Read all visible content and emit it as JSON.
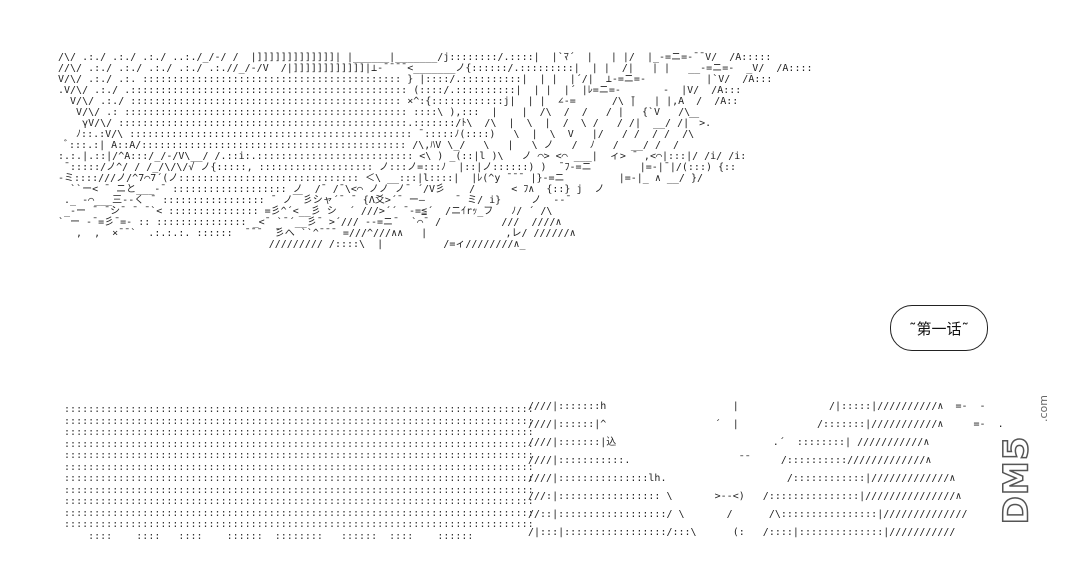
{
  "chapter": {
    "label": "˜第一话˜"
  },
  "watermark": {
    "brand": "DM5",
    "domain": ".com"
  },
  "art_left_top": "/\\/ .:./ .:./ .:./ ..:./_/-/ /  |]]]]]]]]]]]]]| |______|_______/j::::::::/.::::|  |`ﾏ´  |   | |/  |_-=ニ=-¯¯V/  /A:::::\n//\\/ .:./ .:./ .:./ .:./ .:.//_/-/V  /|]]]]]]]]]]]]|⊥-¯¯¯¯<_______ノ{::::::/.:::::::::|  | |  /|   | |   __-=ニ=-  _V/  /A::::\nV/\\/ .:./ .:. ::::::::::::::::::::::::::::::::::::::::::: } |::::/.::::::::::|  | |  |´/|  ⊥-=ニ=-          |`V/  /A:::\n.V/\\/ .:./ .:::::::::::::::::::::::::::::::::::::::::::::: (::::/.::::::::::|  | |  |´ |ﾚ=ニ=-       -  |V/  /A:::\n  V/\\/ .:./ ::::::::::::::::::::::::::::::::::::::::::::: ×^:{::::::::::::j|  | |  ∠-=      /\\ ̄|   | |,A  /  /A::\n   V/\\/ .: ::::::::::::::::::::::::::::::::::::::::::::::: ::::\\ ),:::  |    |  /\\  /  /   / |   {`V   /\\\n    γV/\\/ ::::::::::::::::::::::::::::::::::::::::::::::::.:::::::/ﾄ\\  /\\  |  \\  |  /  \\ /   / /|  __/ /|￣>.\n   ﾉ::.:V/\\ ::::::::::::::::::::::::::::::::::::::::::::::: ¯:::::ﾉ(::::)   \\  |  \\  V   |/   / /  / /  /\\\n ﾞ:::.:| A::A/:::::::::::::::::::::::::::::::::::::::::::: /\\,ﾊV \\_/   \\   |   \\ ノ   /  ﾉ   /  __/ /  /\n:.:.|.::|/^A:::/_/-/V\\__/ /.::i:.:::::::::::::::::::::::::: <\\ ) _(::|l )\\   ノ ⌒> <⌒ ___|  ィ> ¯ ,<⌒|:::|/ /i/ /i:\n ¯:::::/ノ^/ / /_/\\/\\/√ ノ{:::::, ::::::::::::::::::: ノ:::ノ=:::ﾉ  |::|ノ::::::) )  ¯ﾌ-=ニ        |=-|¯|/(:::) {::\n-ミ::::///ノ/^7⌒7´(ノ:::::::::::::::::::::::::::::: ＜\\ __:::|l::::|  |ﾚ(^y ¯¯¯ |}-=ニ         |=-|_ ∧ __/ }/\n  ``ー< ¯ ニと___-¯ ::::::::::::::::::: ノ  /¯ /¯\\<⌒ ノノ ノ¯ ´/V彡    /      < ﾌ∧  {::} j  ノ\n ._ -⌒___三--く ¯ ::::::::::::::::: ¯ ノ￣彡シャ´¯ ¯ {Λ爻>´¯ ー―     ¯ ミ/ i}     ノ  --¯\n _-ー ¯ ̄ シ¯ ¯ ¯`< ::::::::::::::: =彡^´<__彡 シ  ´ ///>´´ ¯-=≦´  /ニｲrｯ_フ   ﾉ/ ´ /\\ \n` ー ‐¯=彡¯=- :: ::::::::::::::: _<¯ `¯´__彡¯ >´/// ‐-=ニ¯  `⌒¯ /          ///  ////∧\n   ,  ,  ×¯¯`  .:.:.:. ::::::  ¯¯¯  ̄彡へ ``^¯¯¯ =///^///∧∧   |             ,レ/ //////∧\n                                   ///////// /::::\\  |          /=ィ////////∧_",
  "art_left_bottom": "  ::::::::::::::::::::::::::::::::::::::::::::::::::::::::::::::::::::::::::::::\n  ::::::::::::::::::::::::::::::::::::::::::::::::::::::::::::::::::::::::::::::\n  ::::::::::::::::::::::::::::::::::::::::::::::::::::::::::::::::::::::::::::::\n  ::::::::::::::::::::::::::::::::::::::::::::::::::::::::::::::::::::::::::::::\n  ::::::::::::::::::::::::::::::::::::::::::::::::::::::::::::::::::::::::::::::\n  ::::::::::::::::::::::::::::::::::::::::::::::::::::::::::::::::::::::::::::::\n  ::::::::::::::::::::::::::::::::::::::::::::::::::::::::::::::::::::::::::::::\n  ::::::::::::::::::::::::::::::::::::::::::::::::::::::::::::::::::::::::::::::\n  ::::::::::::::::::::::::::::::::::::::::::::::::::::::::::::::::::::::::::::::\n  ::::::::::::::::::::::::::::::::::::::::::::::::::::::::::::::::::::::::::::::\n  ::::::::::::::::::::::::::::::::::::::::::::::::::::::::::::::::::::::::::::::\n      ::::    ::::   ::::    ::::::  ::::::::   ::::::  ::::    ::::::",
  "art_right_bottom": "////|:::::::h                     |               /|:::::|//////////∧  =-  -\n////|::::::|^                  ´  |             /:::::::|///////////∧     =-  .\n////|:::::::|込                          .´  ::::::::| ///////////∧\n////|:::::::::::.                  ̄ ̄      /:::::::::://///////////∧\n////|:::::::::::::::lh.                    /::::::::::::|/////////////∧\n///:|::::::::::::::::: \\       >--<)   /:::::::::::::::|///////////////∧\n//::|::::::::::::::::::/ \\       /      /\\::::::::::::::::|//////////////\n/|:::|:::::::::::::::::/:::\\      (:   /::::|::::::::::::::|/////////// "
}
